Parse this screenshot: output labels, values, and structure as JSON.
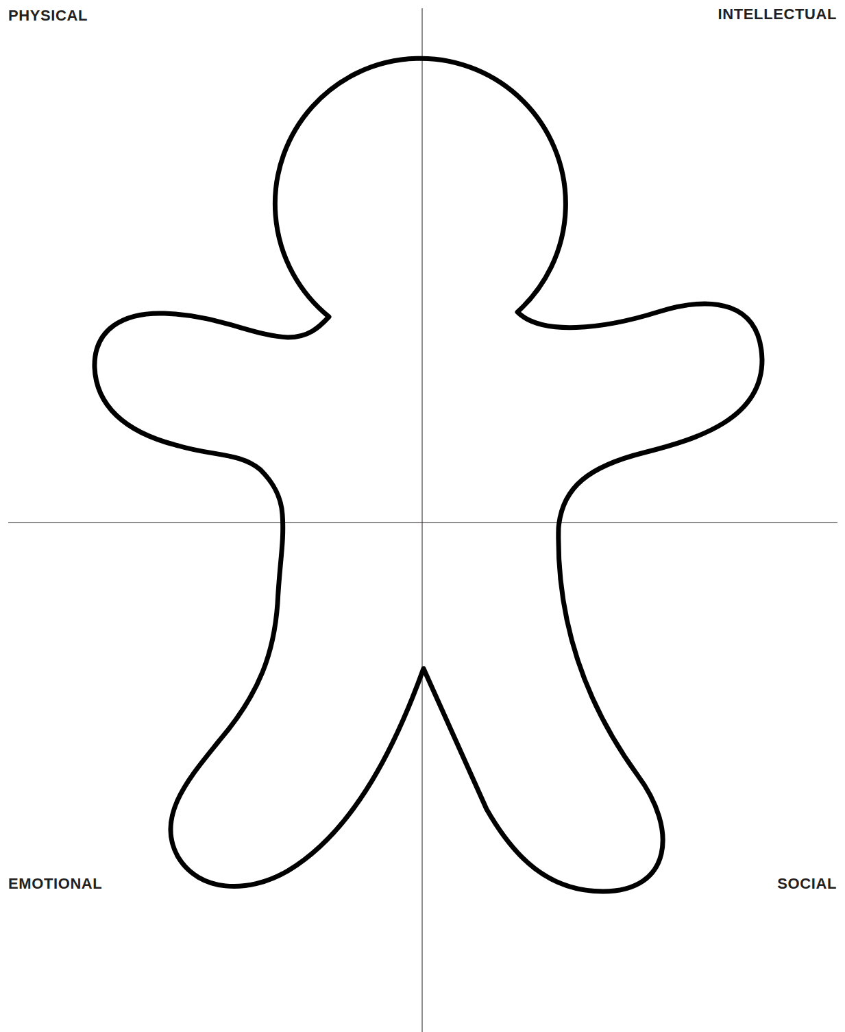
{
  "diagram": {
    "labels": [
      "PHYSICAL",
      "INTELLECTUAL",
      "EMOTIONAL",
      "SOCIAL"
    ]
  }
}
